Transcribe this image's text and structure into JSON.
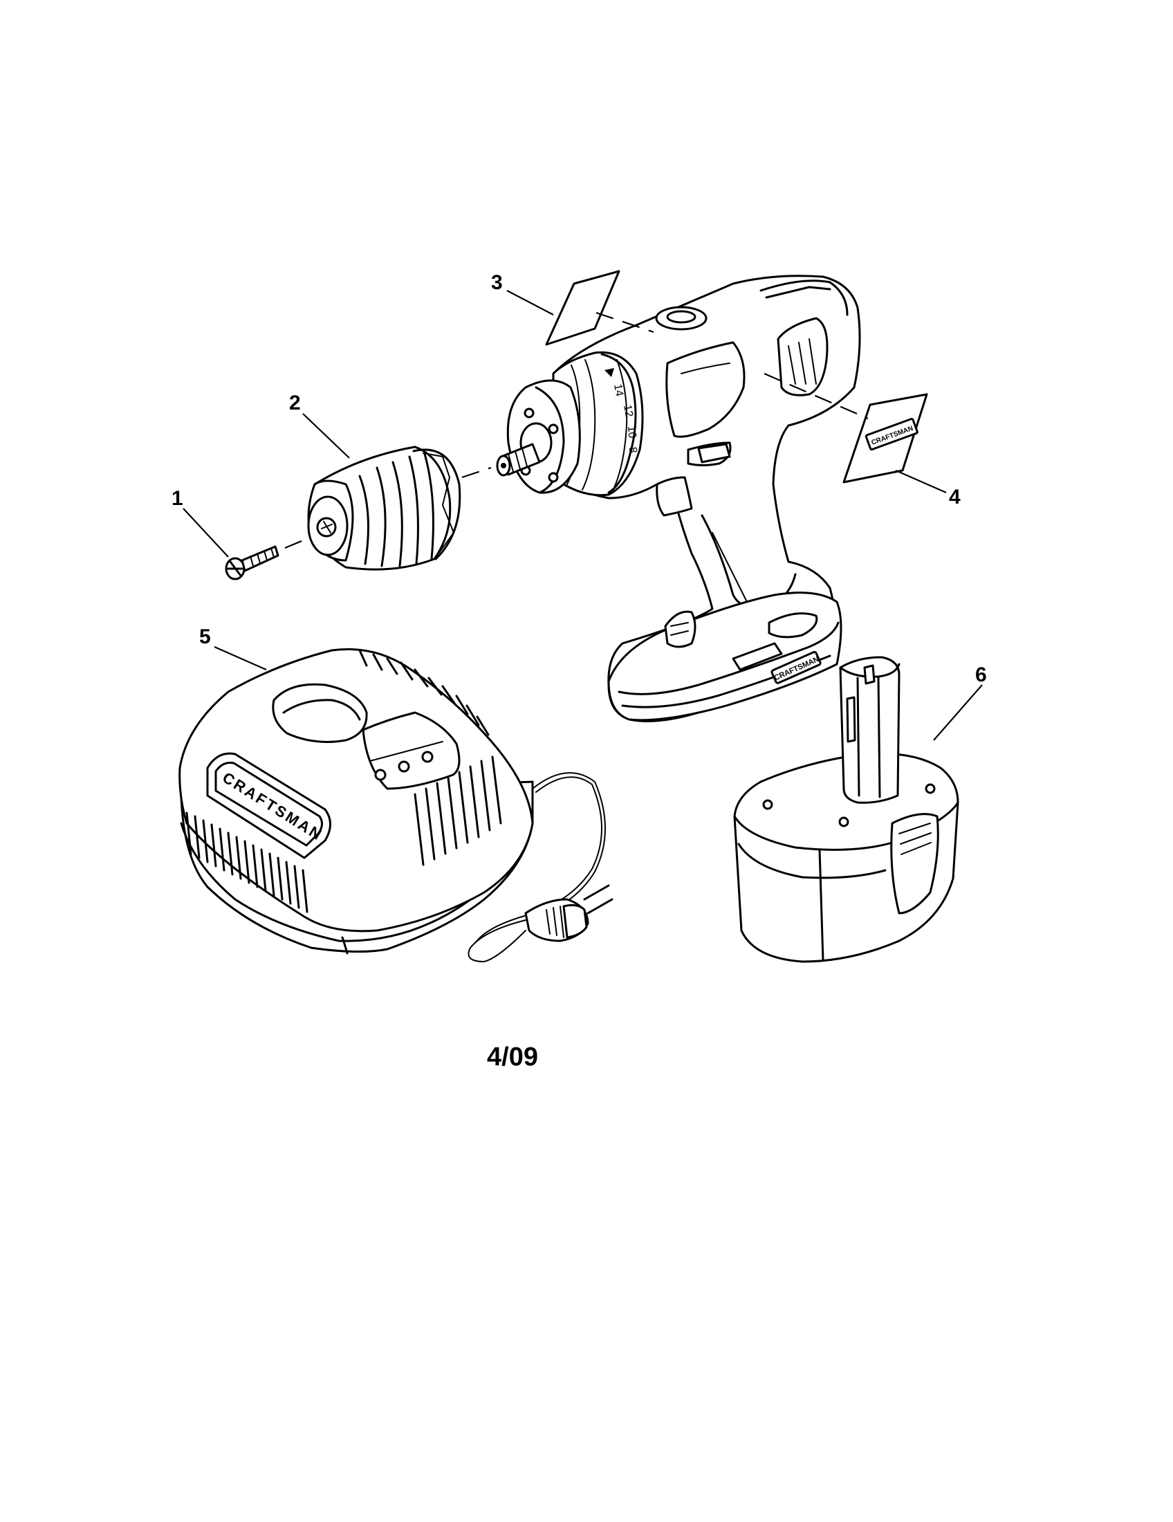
{
  "callouts": [
    {
      "number": "1"
    },
    {
      "number": "2"
    },
    {
      "number": "3"
    },
    {
      "number": "4"
    },
    {
      "number": "5"
    },
    {
      "number": "6"
    }
  ],
  "labels": {
    "charger_brand": "CRAFTSMAN",
    "decal_brand": "CRAFTSMAN",
    "base_brand": "CRAFTSMAN",
    "dial_marks": [
      "14",
      "12",
      "10",
      "8"
    ]
  },
  "footer": {
    "date_code": "4/09"
  }
}
